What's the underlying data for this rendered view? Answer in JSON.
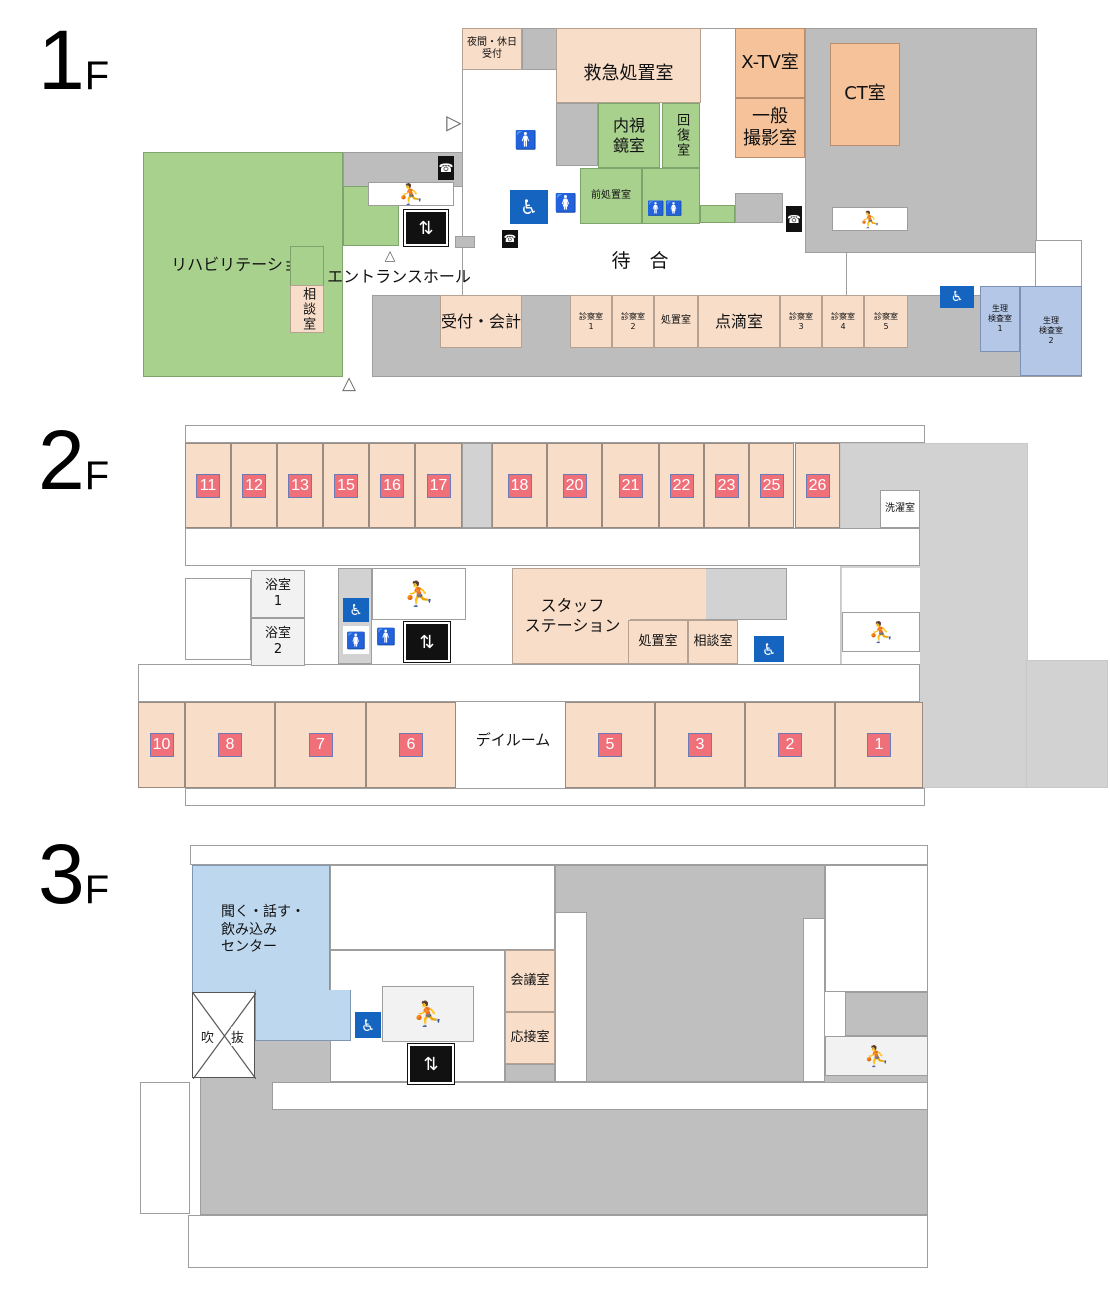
{
  "floors": {
    "f1": {
      "number": "1",
      "suffix": "F"
    },
    "f2": {
      "number": "2",
      "suffix": "F"
    },
    "f3": {
      "number": "3",
      "suffix": "F"
    }
  },
  "floor1": {
    "night_reception": "夜間・休日\n受付",
    "emergency": "救急処置室",
    "xtv": "X-TV室",
    "ippan": "一般\n撮影室",
    "ct": "CT室",
    "endoscopy": "内視\n鏡室",
    "recovery": "回復室",
    "pre_treatment": "前処置室",
    "rehab": "リハビリテーション",
    "entrance": "エントランスホール",
    "waiting": "待　合",
    "consult": "相談室",
    "reception": "受付・会計",
    "exam1": "診察室\n1",
    "exam2": "診察室\n2",
    "treatment": "処置室",
    "drip": "点滴室",
    "exam3": "診察室\n3",
    "exam4": "診察室\n4",
    "exam5": "診察室\n5",
    "physio1": "生理\n検査室\n1",
    "physio2": "生理\n検査室\n2"
  },
  "floor2": {
    "rooms_top": [
      "11",
      "12",
      "13",
      "15",
      "16",
      "17",
      "18",
      "20",
      "21",
      "22",
      "23",
      "25",
      "26"
    ],
    "rooms_bottom": [
      "10",
      "8",
      "7",
      "6",
      "5",
      "3",
      "2",
      "1"
    ],
    "laundry": "洗濯室",
    "bath1": "浴室\n1",
    "bath2": "浴室\n2",
    "staff_station": "スタッフ\nステーション",
    "treatment": "処置室",
    "consult": "相談室",
    "dayroom": "デイルーム"
  },
  "floor3": {
    "center": "聞く・話す・\n飲み込み\nセンター",
    "fukinuke_a": "吹",
    "fukinuke_b": "抜",
    "meeting": "会議室",
    "reception_room": "応接室"
  },
  "icons": {
    "wheelchair": "♿",
    "elevator": "⇅",
    "escalator": "⛹",
    "man": "🚹",
    "woman": "🚺",
    "phone": "☎",
    "entrance_arrow": "△",
    "side_arrow": "▷"
  },
  "colors": {
    "rehab_green": "#a9d18e",
    "radiology_orange": "#f6c29a",
    "room_peach": "#f8ddc9",
    "physio_blue": "#b4c7e7",
    "center_blue": "#bdd7ee",
    "room_number_red": "#f0707a",
    "wc_blue": "#1565c0"
  }
}
